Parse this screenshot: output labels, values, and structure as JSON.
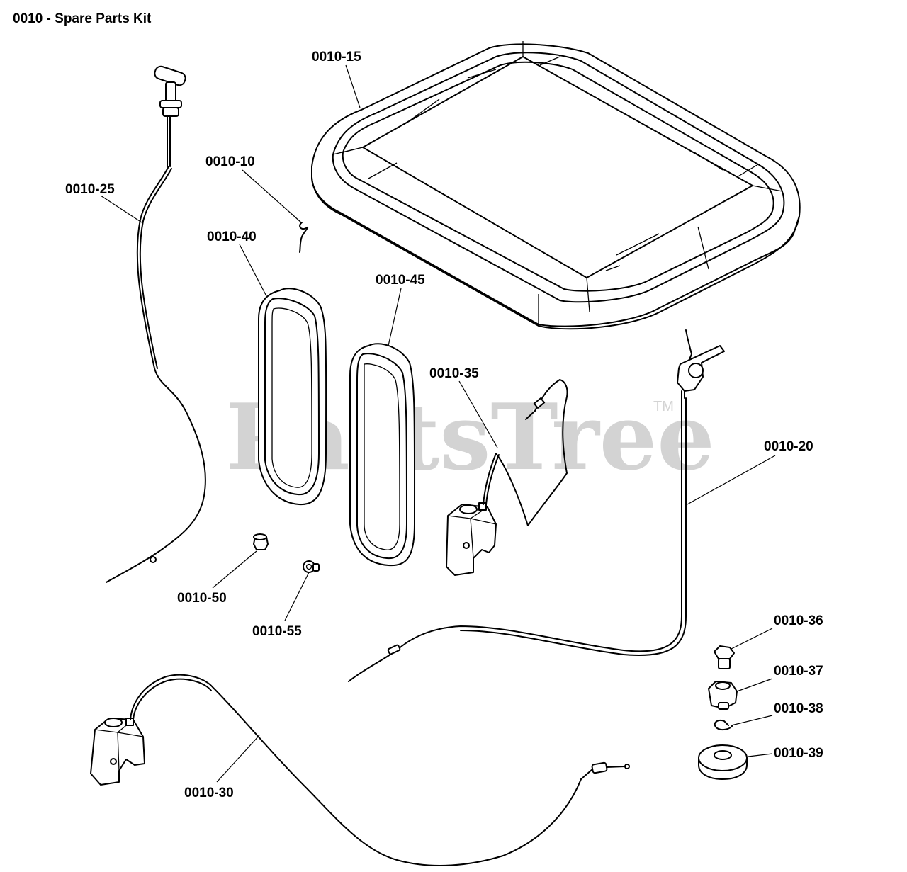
{
  "title": "0010 - Spare Parts Kit",
  "watermark": {
    "text": "PartsTree",
    "trademark": "TM"
  },
  "callouts": [
    {
      "id": "p15",
      "label": "0010-15"
    },
    {
      "id": "p10",
      "label": "0010-10"
    },
    {
      "id": "p25",
      "label": "0010-25"
    },
    {
      "id": "p40",
      "label": "0010-40"
    },
    {
      "id": "p45",
      "label": "0010-45"
    },
    {
      "id": "p35",
      "label": "0010-35"
    },
    {
      "id": "p20",
      "label": "0010-20"
    },
    {
      "id": "p50",
      "label": "0010-50"
    },
    {
      "id": "p55",
      "label": "0010-55"
    },
    {
      "id": "p36",
      "label": "0010-36"
    },
    {
      "id": "p37",
      "label": "0010-37"
    },
    {
      "id": "p38",
      "label": "0010-38"
    },
    {
      "id": "p39",
      "label": "0010-39"
    },
    {
      "id": "p30",
      "label": "0010-30"
    }
  ]
}
